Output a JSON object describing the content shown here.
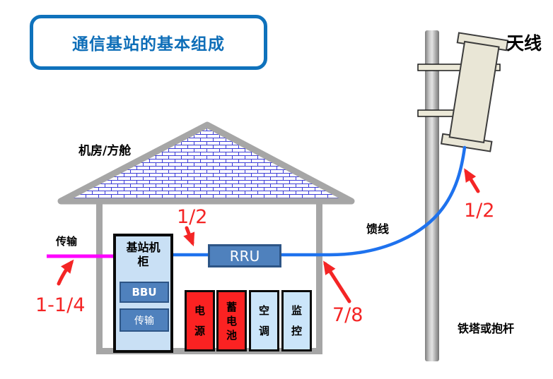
{
  "title": "通信基站的基本组成",
  "room": {
    "label": "机房/方舱",
    "cabinet": {
      "label": "基站机柜",
      "bbu_label": "BBU",
      "transmission_label": "传输"
    },
    "rru_label": "RRU",
    "equipment": [
      {
        "label": "电源",
        "color": "red"
      },
      {
        "label": "蓄电池",
        "color": "red"
      },
      {
        "label": "空调",
        "color": "blue"
      },
      {
        "label": "监控",
        "color": "blue"
      }
    ]
  },
  "outside": {
    "transmission_label": "传输",
    "feeder_label": "馈线",
    "antenna_label": "天线",
    "tower_label": "铁塔或抱杆"
  },
  "annotations": {
    "transmission_cable_size": "1-1/4",
    "indoor_jumper_size": "1/2",
    "feeder_size": "7/8",
    "antenna_jumper_size": "1/2"
  },
  "colors": {
    "title_blue": "#0e6eb8",
    "cable_blue": "#1e72ee",
    "transmission_magenta": "#ff00ff",
    "annotation_red": "#f42525",
    "box_steel_blue": "#4f81bd",
    "box_light_blue": "#c9e0f5",
    "box_red": "#fb2222",
    "wall_gray": "#a6a6a6",
    "antenna_cream": "#e9e6d6"
  }
}
